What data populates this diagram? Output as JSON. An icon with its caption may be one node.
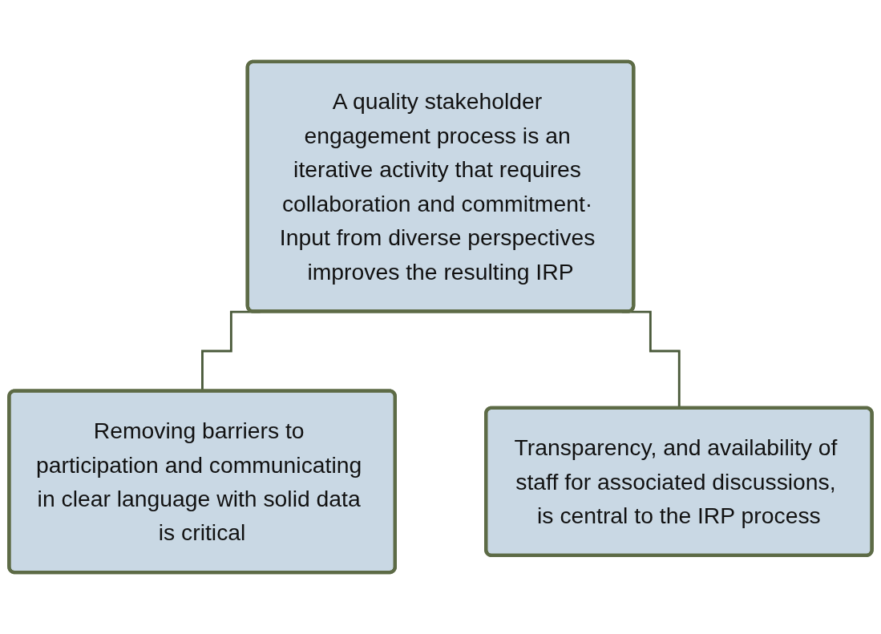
{
  "diagram": {
    "nodes": [
      {
        "text": [
          "A quality stakeholder engagement process is an iterative activity that requires collaboration and commitment· Input from diverse perspectives improves the resulting IRP"
        ]
      },
      {
        "text": [
          "Removing barriers to participation and communicating in clear language with solid data is critical"
        ]
      },
      {
        "text": [
          "Transparency, and availability of staff for associated discussions, is central to the IRP process"
        ]
      }
    ],
    "edges": [
      {
        "from": 0,
        "to": 1,
        "arrow": "none"
      },
      {
        "from": 0,
        "to": 2,
        "arrow": "none"
      }
    ]
  }
}
